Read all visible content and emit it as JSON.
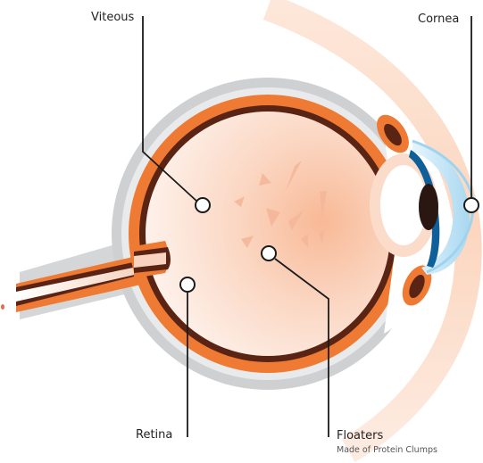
{
  "labels": {
    "viteous": "Viteous",
    "cornea": "Cornea",
    "retina": "Retina",
    "floaters": "Floaters",
    "floaters_note": "Made of Protein Clumps"
  },
  "colors": {
    "sclera_gray": "#c8c9cb",
    "choroid_orange": "#ee7a33",
    "retina_brown": "#5a2414",
    "vitreous_peach": "#fbd9c6",
    "cornea_blue": "#bfe3f4",
    "iris_blue": "#0f5f98",
    "pupil": "#2a1711",
    "floater": "#f5b79a",
    "leader_line": "#1b1b1b"
  }
}
